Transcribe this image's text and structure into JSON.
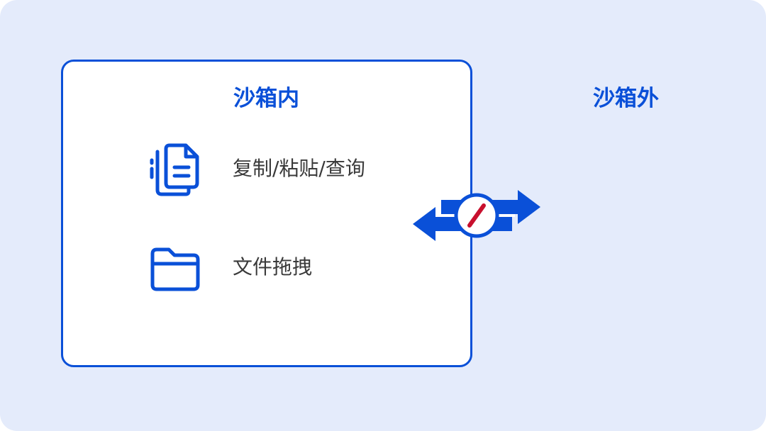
{
  "zones": {
    "inside_label": "沙箱内",
    "outside_label": "沙箱外"
  },
  "features": [
    {
      "label": "复制/粘贴/查询",
      "icon": "document-copy-icon"
    },
    {
      "label": "文件拖拽",
      "icon": "folder-icon"
    }
  ],
  "connector": {
    "icon": "blocked-bidirectional-arrows-icon"
  },
  "colors": {
    "background": "#e4ebfb",
    "accent_blue": "#0a50d8",
    "block_red": "#c8102e",
    "text_dark": "#3a3a3a"
  }
}
